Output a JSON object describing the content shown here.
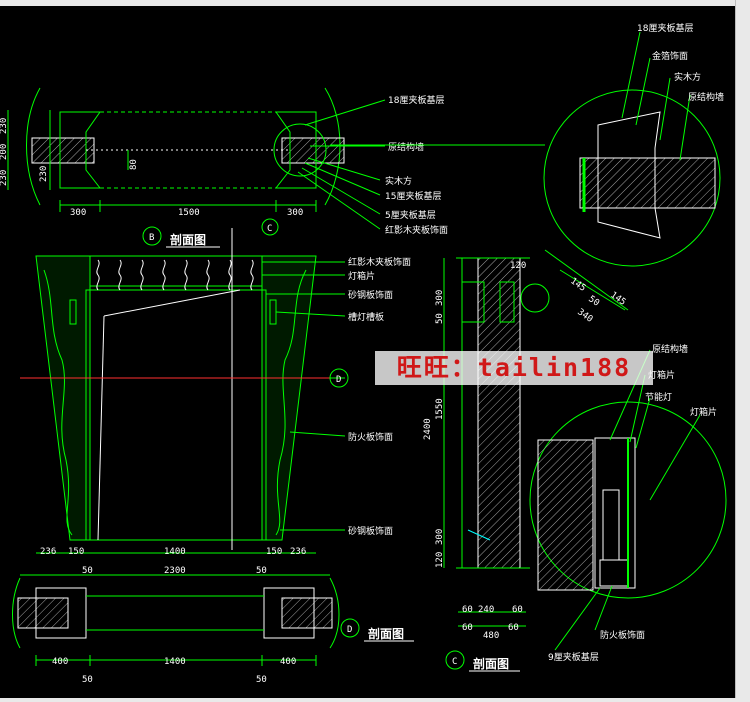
{
  "titles": {
    "section_b": "剖面图",
    "section_d": "剖面图",
    "section_c": "剖面图"
  },
  "tags": {
    "b": "B",
    "c": "C",
    "d": "D"
  },
  "top_plan": {
    "labels": {
      "plywood18": "18厘夹板基层",
      "wall": "原结构墙",
      "timber": "实木方",
      "plywood15": "15厘夹板基层",
      "plywood5": "5厘夹板基层",
      "veneer": "红影木夹板饰面"
    },
    "dims": {
      "left": "300",
      "mid": "1500",
      "right": "300",
      "side": "230",
      "gap": "80"
    },
    "side_dims_far_left": [
      "230",
      "200",
      "230"
    ]
  },
  "detail_top": {
    "labels": {
      "plywood18": "18厘夹板基层",
      "gilded": "金箔饰面",
      "timber": "实木方",
      "wall": "原结构墙"
    },
    "dims": [
      "145",
      "50",
      "145",
      "340"
    ]
  },
  "elevation": {
    "labels": {
      "veneer": "红影木夹板饰面",
      "light_sheet": "灯箱片",
      "sand_steel": "砂钢板饰面",
      "lamp_slot": "槽灯槽板",
      "fireproof": "防火板饰面",
      "sand_steel_2": "砂钢板饰面"
    },
    "dims_row1": [
      "236",
      "150",
      "1400",
      "150",
      "236"
    ],
    "dims_row2": [
      "50",
      "2300",
      "50"
    ]
  },
  "side_section": {
    "dims_top": [
      "120"
    ],
    "dims_vertical": [
      "300",
      "50",
      "2400",
      "1550",
      "300",
      "120"
    ],
    "dims_bottom": [
      "60",
      "240",
      "60",
      "480",
      "60",
      "60"
    ]
  },
  "detail_bottom": {
    "labels": {
      "wall": "原结构墙",
      "light_sheet": "灯箱片",
      "lamp": "节能灯",
      "light_sheet_2": "灯箱片",
      "fireproof": "防火板饰面",
      "plywood9": "9厘夹板基层"
    }
  },
  "bottom_plan": {
    "dims_row1": [
      "400",
      "1400",
      "400"
    ],
    "dims_row2": [
      "50",
      "50"
    ]
  },
  "watermark": "旺旺：tailin188"
}
